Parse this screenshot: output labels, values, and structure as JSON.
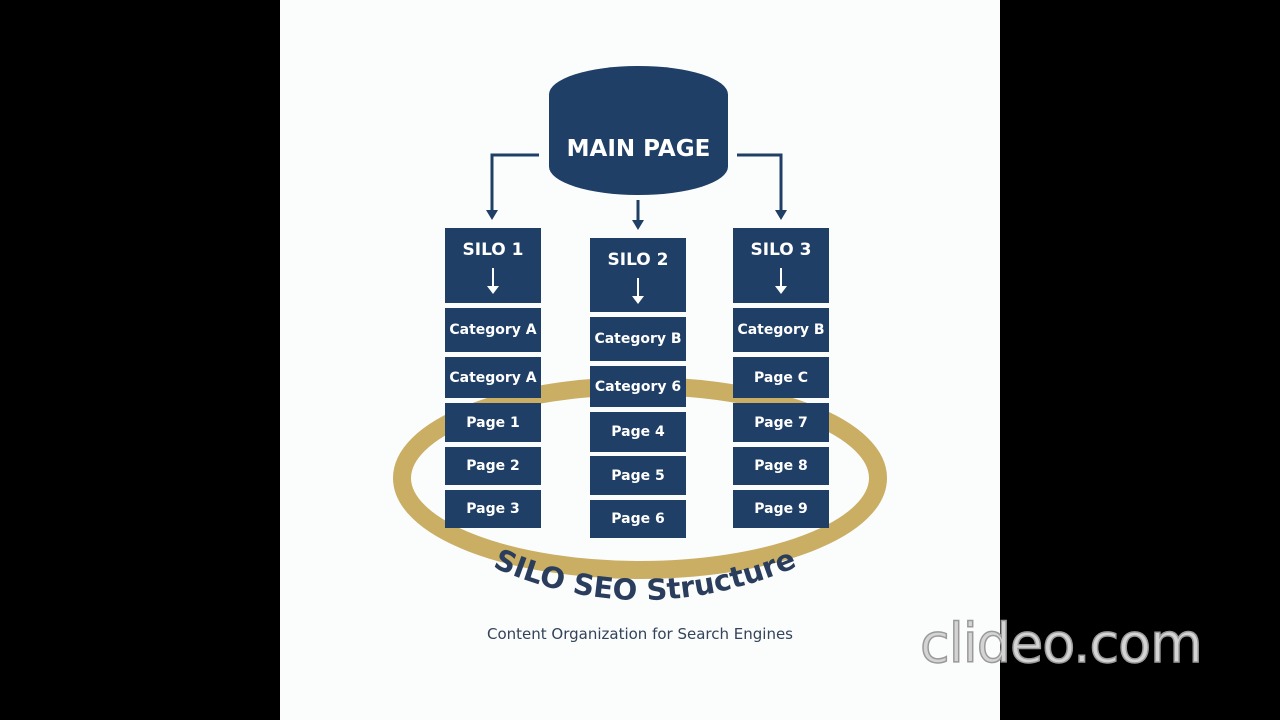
{
  "main_page": "MAIN PAGE",
  "title": "SILO SEO Structure",
  "subtitle": "Content Organization for Search Engines",
  "watermark": "clideo.com",
  "colors": {
    "navy": "#203f66",
    "gold": "#c9ae63",
    "background": "#fbfcfc"
  },
  "silos": [
    {
      "label": "SILO 1",
      "items": [
        "Category A",
        "Category A",
        "Page 1",
        "Page 2",
        "Page 3"
      ]
    },
    {
      "label": "SILO 2",
      "items": [
        "Category B",
        "Category 6",
        "Page 4",
        "Page 5",
        "Page 6"
      ]
    },
    {
      "label": "SILO 3",
      "items": [
        "Category B",
        "Page C",
        "Page 7",
        "Page 8",
        "Page 9"
      ]
    }
  ]
}
